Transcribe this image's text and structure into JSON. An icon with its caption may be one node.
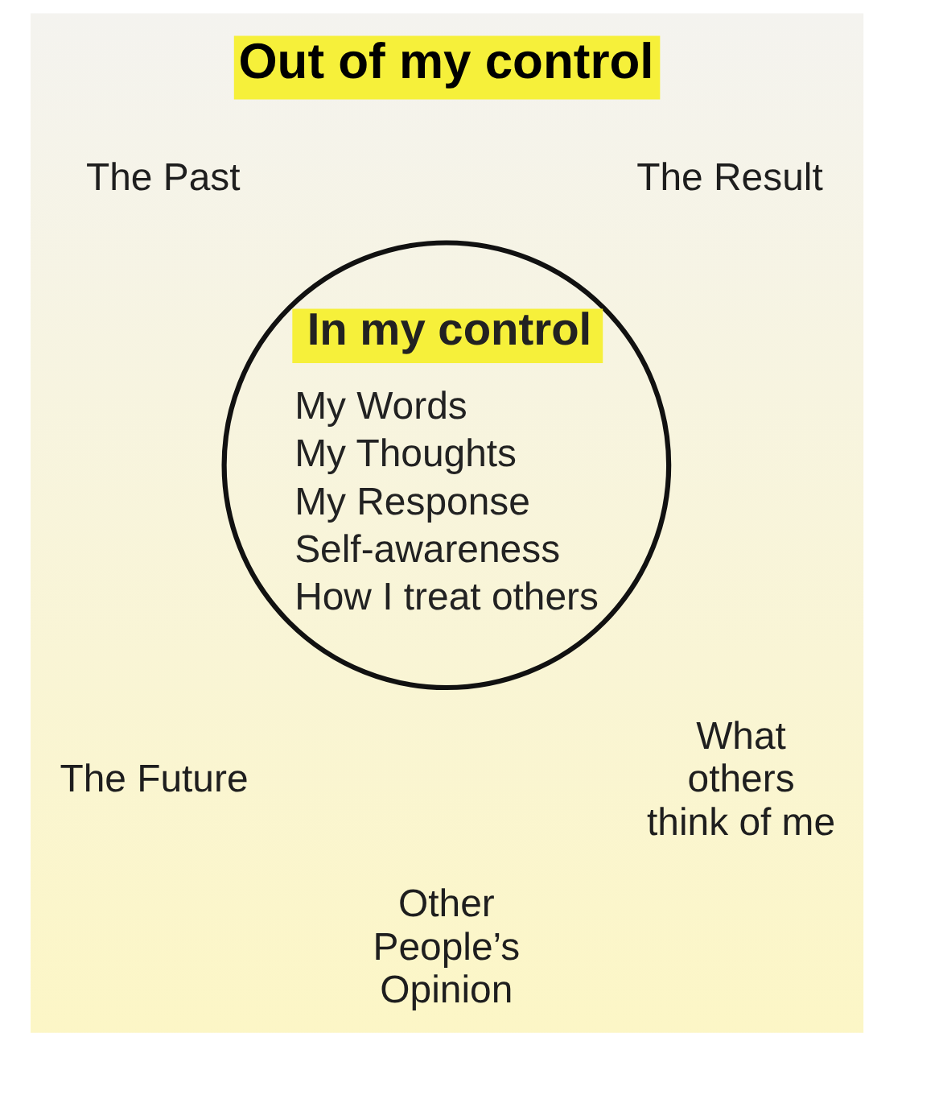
{
  "diagram": {
    "title": "Out of my control",
    "nodes": [
      {
        "text": [
          "In my control",
          "My Words",
          "My Thoughts",
          "My Response",
          "Self-awareness",
          "How I treat others"
        ]
      }
    ],
    "labels": [
      "The Past",
      "The Result",
      "The Future",
      "What others think of me",
      "Other People’s Opinion"
    ]
  }
}
